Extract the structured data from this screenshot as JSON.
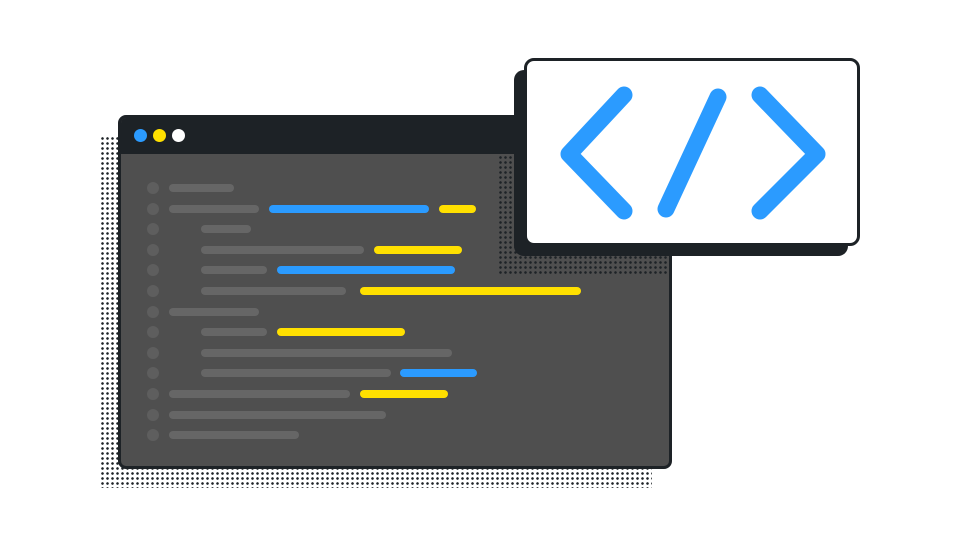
{
  "colors": {
    "frame": "#1d2226",
    "editor_bg": "#4f4f4f",
    "placeholder": "#666666",
    "bullet": "#5e5e5e",
    "accent_blue": "#2b9bff",
    "accent_yellow": "#ffe000",
    "card_bg": "#ffffff"
  },
  "window_controls": [
    {
      "name": "window-dot-blue",
      "color": "#2b9bff"
    },
    {
      "name": "window-dot-yellow",
      "color": "#ffe000"
    },
    {
      "name": "window-dot-white",
      "color": "#ffffff"
    }
  ],
  "code_lines": [
    {
      "indent": 0,
      "segments": [
        "placeholder"
      ]
    },
    {
      "indent": 0,
      "segments": [
        "placeholder",
        "blue",
        "yellow"
      ]
    },
    {
      "indent": 1,
      "segments": [
        "placeholder"
      ]
    },
    {
      "indent": 1,
      "segments": [
        "placeholder",
        "yellow"
      ]
    },
    {
      "indent": 1,
      "segments": [
        "placeholder",
        "blue"
      ]
    },
    {
      "indent": 1,
      "segments": [
        "placeholder",
        "yellow"
      ]
    },
    {
      "indent": 0,
      "segments": [
        "placeholder"
      ]
    },
    {
      "indent": 1,
      "segments": [
        "placeholder",
        "yellow"
      ]
    },
    {
      "indent": 1,
      "segments": [
        "placeholder"
      ]
    },
    {
      "indent": 1,
      "segments": [
        "placeholder",
        "blue"
      ]
    },
    {
      "indent": 0,
      "segments": [
        "placeholder",
        "yellow"
      ]
    },
    {
      "indent": 0,
      "segments": [
        "placeholder"
      ]
    },
    {
      "indent": 0,
      "segments": [
        "placeholder"
      ]
    }
  ],
  "icons": {
    "card_symbol": "code-brackets-icon"
  }
}
